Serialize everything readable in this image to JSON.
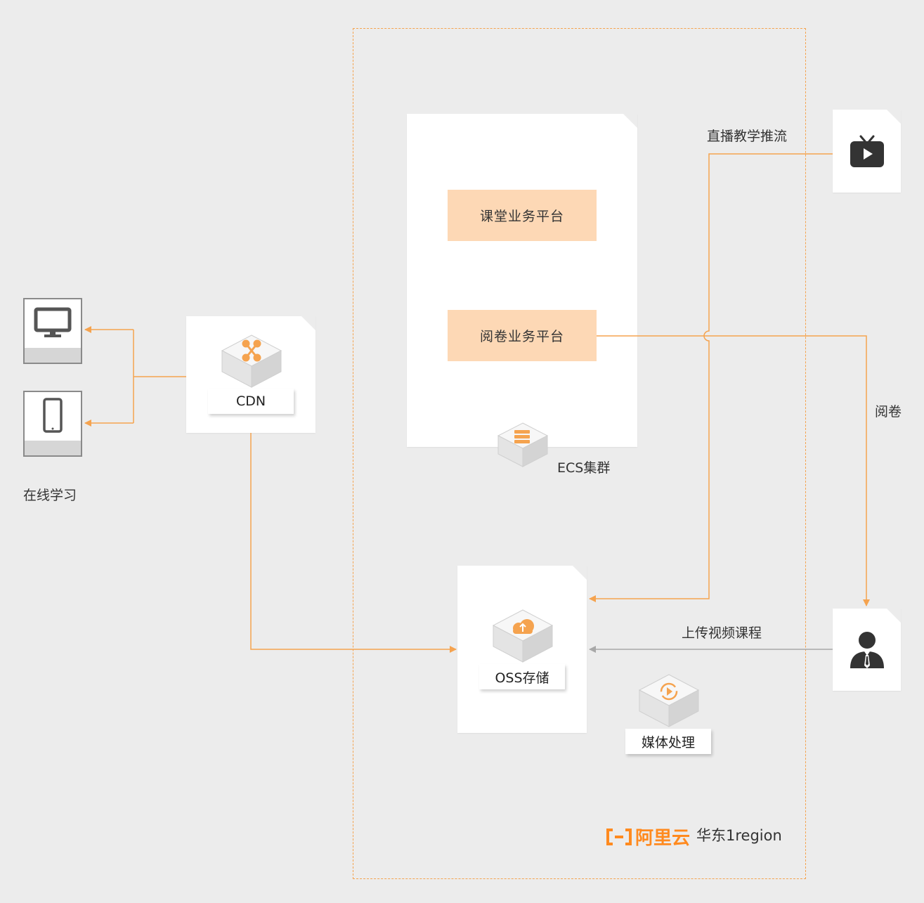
{
  "nodes": {
    "cdn": "CDN",
    "oss": "OSS存储",
    "ecs": "ECS集群",
    "media": "媒体处理",
    "platform_class": "课堂业务平台",
    "platform_review": "阅卷业务平台",
    "online_learning": "在线学习"
  },
  "edges": {
    "live_push": "直播教学推流",
    "review": "阅卷",
    "upload": "上传视频课程"
  },
  "region": {
    "brand": "阿里云",
    "name": "华东1region"
  },
  "colors": {
    "accent": "#f5a34f",
    "brand": "#ff8a1f",
    "platform_fill": "#fdd8b5",
    "gray_line": "#a8a8a8"
  },
  "icons": [
    "desktop-icon",
    "tablet-icon",
    "cdn-icon",
    "ecs-icon",
    "oss-icon",
    "media-icon",
    "live-tv-icon",
    "user-icon"
  ]
}
